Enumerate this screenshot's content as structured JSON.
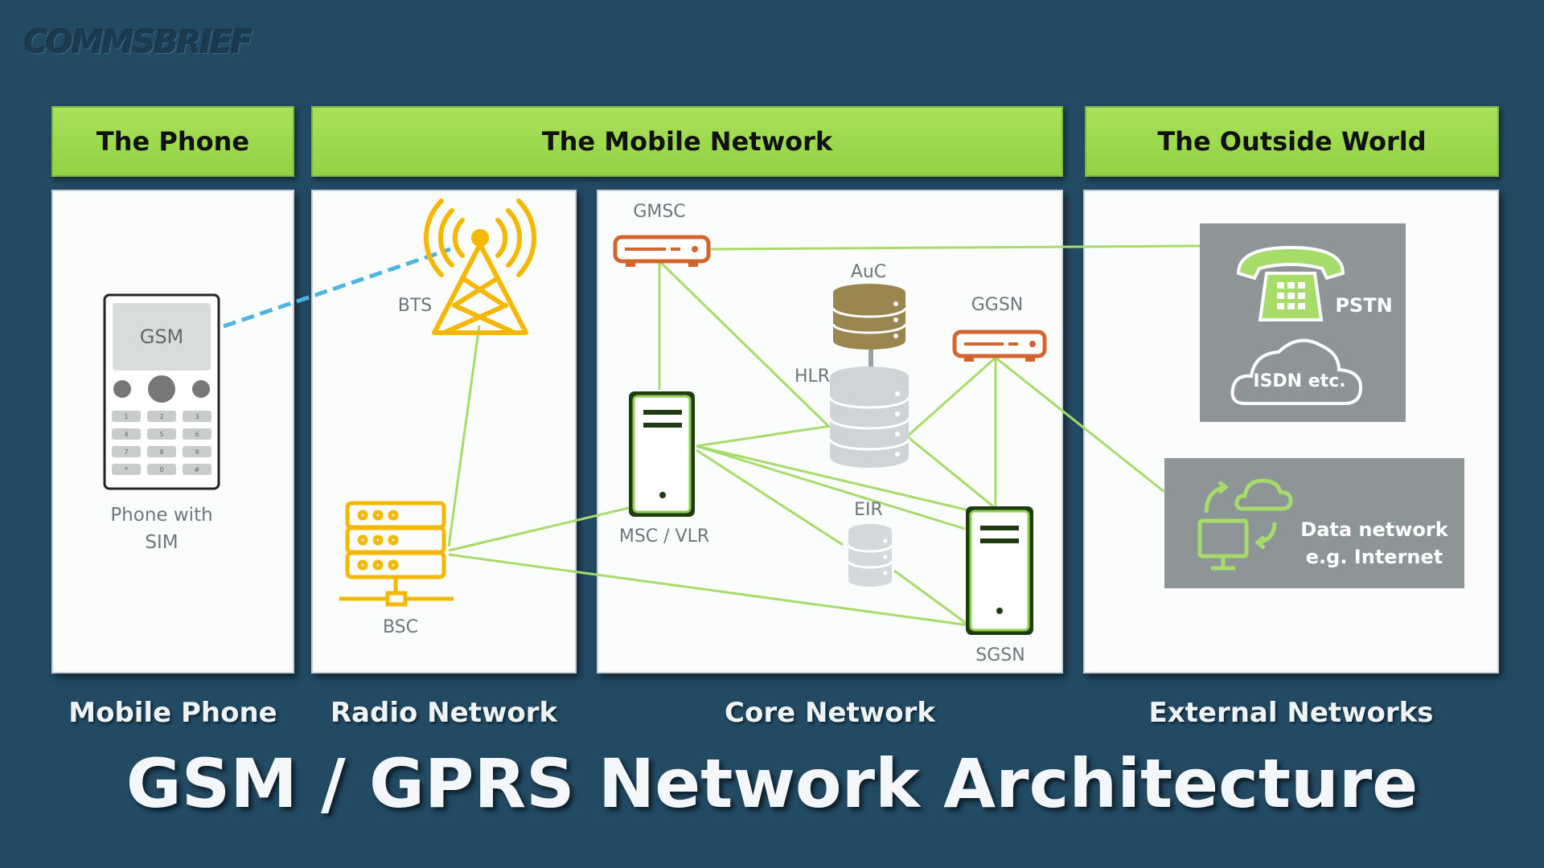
{
  "logo": "COMMSBRIEF",
  "headers": {
    "phone": "The Phone",
    "mobile_network": "The Mobile Network",
    "outside_world": "The Outside World"
  },
  "sections": {
    "mobile_phone": "Mobile Phone",
    "radio_network": "Radio Network",
    "core_network": "Core Network",
    "external_networks": "External Networks"
  },
  "title": "GSM / GPRS Network Architecture",
  "phone": {
    "screen": "GSM",
    "caption_line1": "Phone with",
    "caption_line2": "SIM",
    "keys": [
      "1",
      "2",
      "3",
      "4",
      "5",
      "6",
      "7",
      "8",
      "9",
      "*",
      "0",
      "#"
    ]
  },
  "nodes": {
    "bts": "BTS",
    "bsc": "BSC",
    "gmsc": "GMSC",
    "auc": "AuC",
    "hlr": "HLR",
    "ggsn": "GGSN",
    "msc_vlr": "MSC / VLR",
    "eir": "EIR",
    "sgsn": "SGSN"
  },
  "external": {
    "pstn": "PSTN",
    "isdn": "ISDN etc.",
    "data_line1": "Data network",
    "data_line2": "e.g. Internet"
  },
  "colors": {
    "background": "#234a63",
    "header_green": "#9ddb4e",
    "link_green": "#a6dc6a",
    "radio_link": "#4fb5e0",
    "radio_yellow": "#f5b800",
    "router_orange": "#d2652d",
    "db_olive": "#9a8750",
    "server_green": "#1e3b12",
    "external_grey": "#8d9597"
  }
}
